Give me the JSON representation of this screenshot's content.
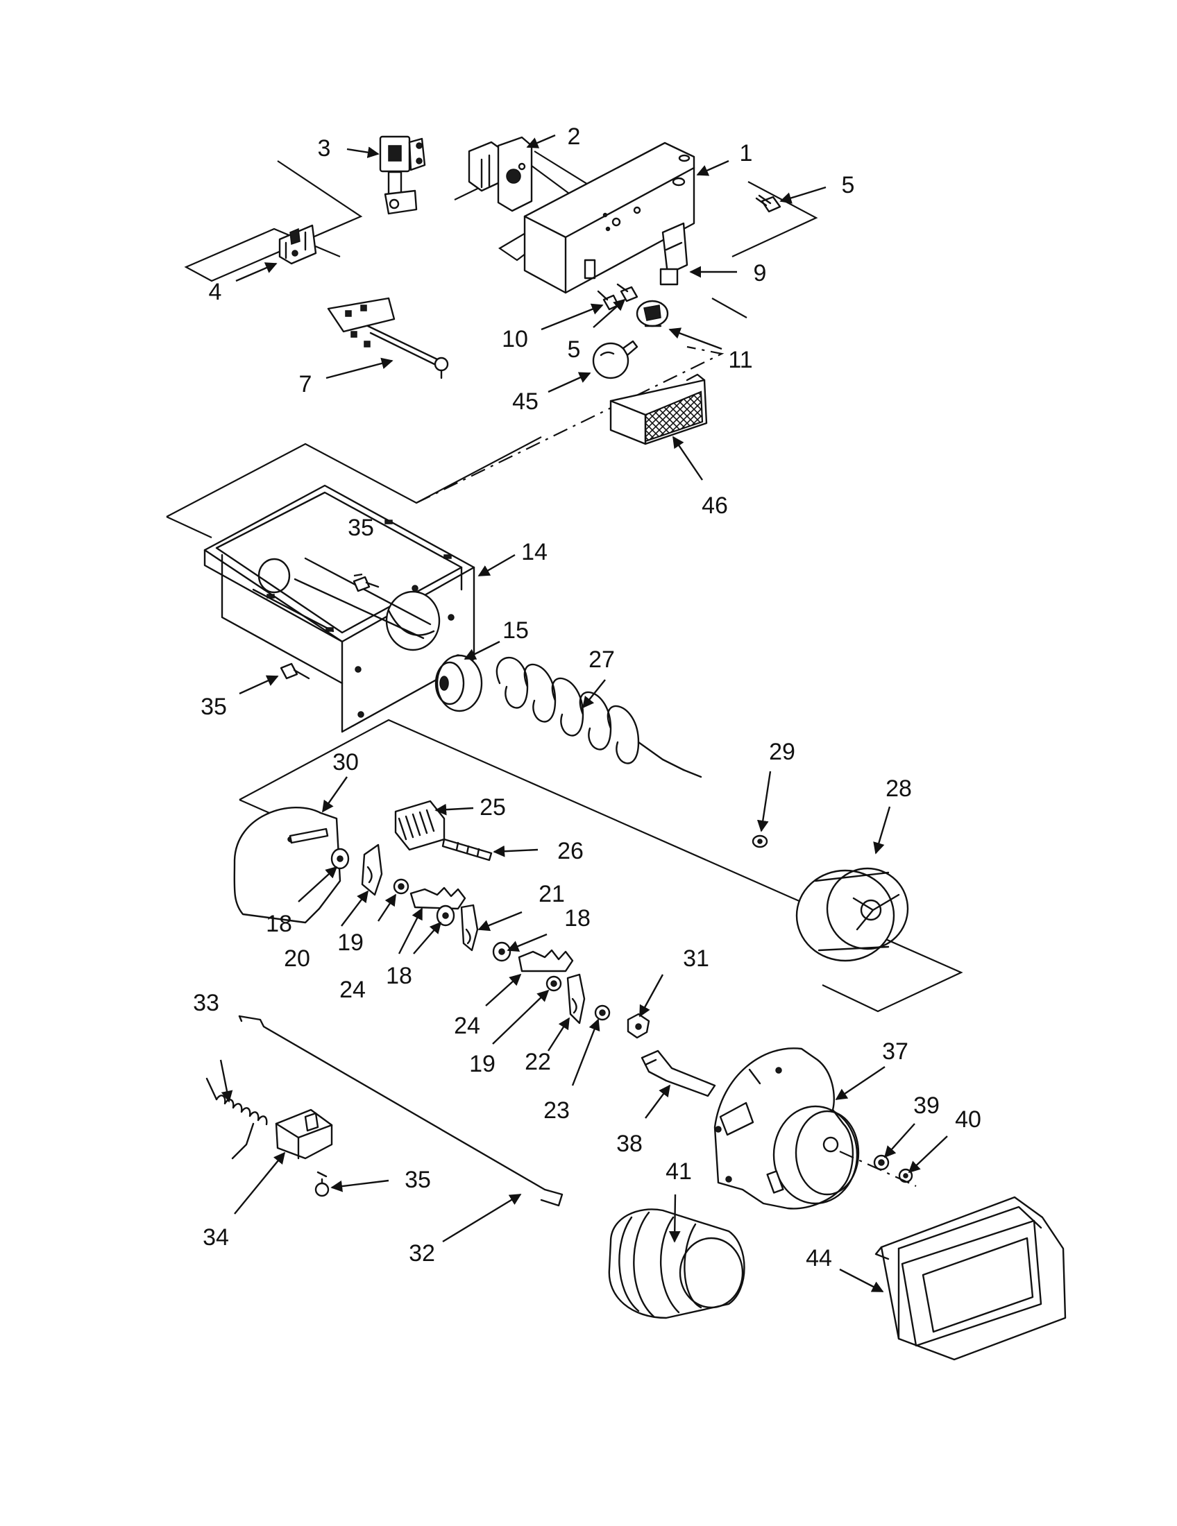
{
  "callouts": {
    "c1": "1",
    "c2": "2",
    "c3": "3",
    "c4": "4",
    "c5a": "5",
    "c5b": "5",
    "c7": "7",
    "c9": "9",
    "c10": "10",
    "c11": "11",
    "c14": "14",
    "c15": "15",
    "c18a": "18",
    "c18b": "18",
    "c18c": "18",
    "c19a": "19",
    "c19b": "19",
    "c20": "20",
    "c21": "21",
    "c22": "22",
    "c23": "23",
    "c24a": "24",
    "c24b": "24",
    "c25": "25",
    "c26": "26",
    "c27": "27",
    "c28": "28",
    "c29": "29",
    "c30": "30",
    "c31": "31",
    "c32": "32",
    "c33": "33",
    "c34": "34",
    "c35a": "35",
    "c35b": "35",
    "c35c": "35",
    "c37": "37",
    "c38": "38",
    "c39": "39",
    "c40": "40",
    "c41": "41",
    "c44": "44",
    "c45": "45",
    "c46": "46"
  }
}
